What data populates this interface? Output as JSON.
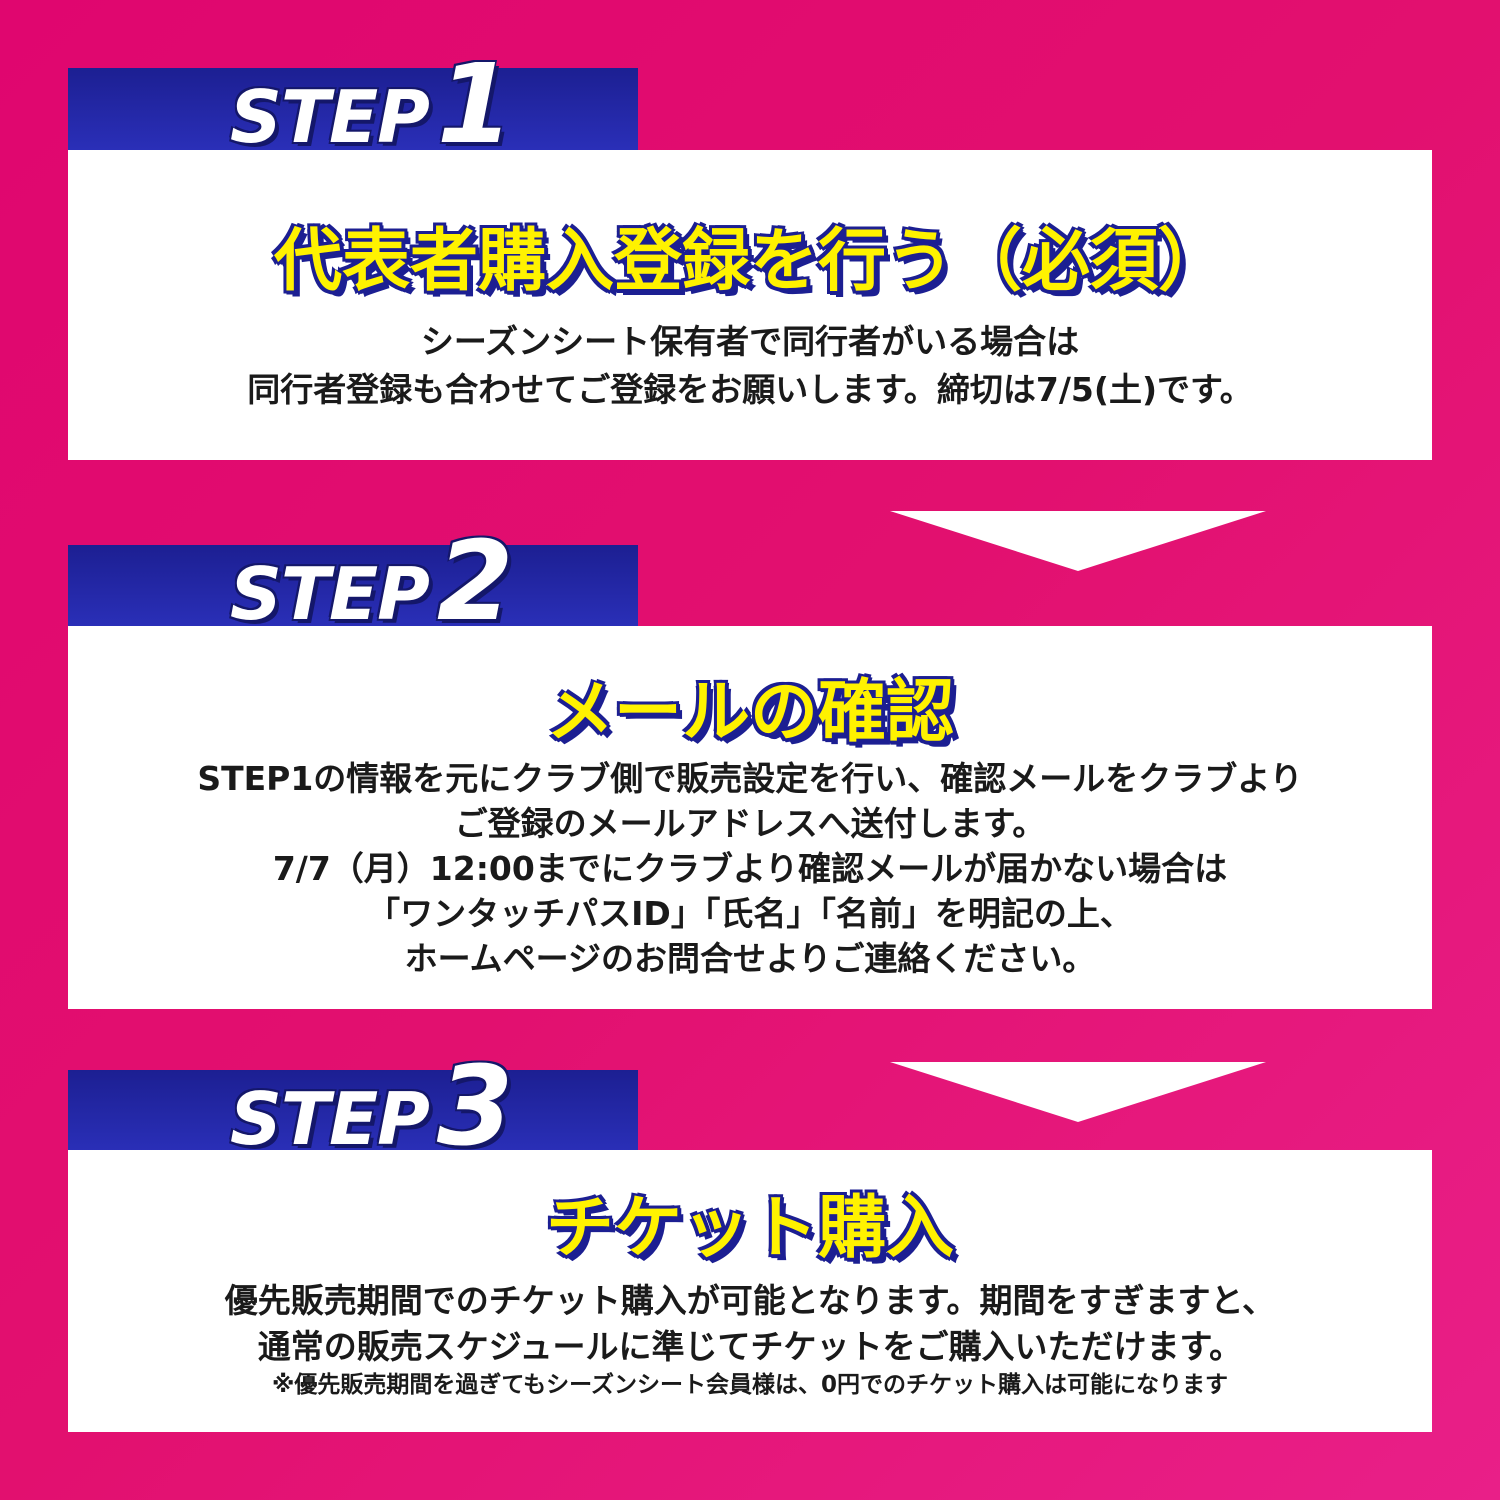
{
  "steps": [
    {
      "word": "STEP",
      "number": "1",
      "title": "代表者購入登録を行う（必須）",
      "body": [
        "シーズンシート保有者で同行者がいる場合は",
        "同行者登録も合わせてご登録をお願いします。締切は7/5(土)です。"
      ]
    },
    {
      "word": "STEP",
      "number": "2",
      "title": "メールの確認",
      "body": [
        "STEP1の情報を元にクラブ側で販売設定を行い、確認メールをクラブより",
        "ご登録のメールアドレスへ送付します。",
        "7/7（月）12:00までにクラブより確認メールが届かない場合は",
        "「ワンタッチパスID」「氏名」「名前」を明記の上、",
        "ホームページのお問合せよりご連絡ください。"
      ]
    },
    {
      "word": "STEP",
      "number": "3",
      "title": "チケット購入",
      "body": [
        "優先販売期間でのチケット購入が可能となります。期間をすぎますと、",
        "通常の販売スケジュールに準じてチケットをご購入いただけます。"
      ],
      "note": "※優先販売期間を過ぎてもシーズンシート会員様は、0円でのチケット購入は可能になります"
    }
  ],
  "colors": {
    "background": "#e2106f",
    "tab": "#1c1f92",
    "title": "#fff200"
  }
}
